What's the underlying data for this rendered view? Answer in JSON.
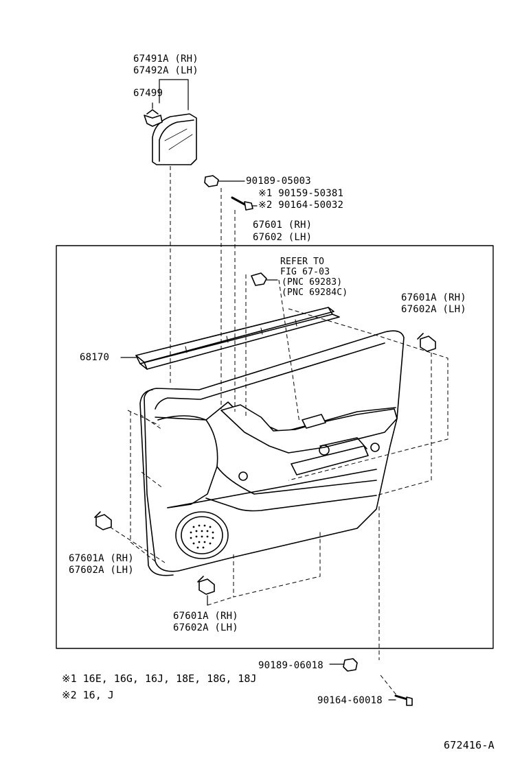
{
  "labels": {
    "vent_rh": "67491A (RH)",
    "vent_lh": "67492A (LH)",
    "vent_clip": "67499",
    "screw_a": "90189-05003",
    "screw_b": "※1 90159-50381",
    "screw_c": "※2 90164-50032",
    "panel_rh": "67601 (RH)",
    "panel_lh": "67602 (LH)",
    "refer_1": "REFER TO",
    "refer_2": "FIG 67-03",
    "refer_3": "(PNC 69283)",
    "refer_4": "(PNC 69284C)",
    "weatherstrip": "68170",
    "clip_tr_rh": "67601A (RH)",
    "clip_tr_lh": "67602A (LH)",
    "clip_l_rh": "67601A (RH)",
    "clip_l_lh": "67602A (LH)",
    "clip_b_rh": "67601A (RH)",
    "clip_b_lh": "67602A (LH)",
    "nut": "90189-06018",
    "bolt": "90164-60018"
  },
  "notes": {
    "note_1": "※1 16E, 16G, 16J, 18E, 18G, 18J",
    "note_2": "※2 16, J"
  },
  "figure_id": "672416-A"
}
